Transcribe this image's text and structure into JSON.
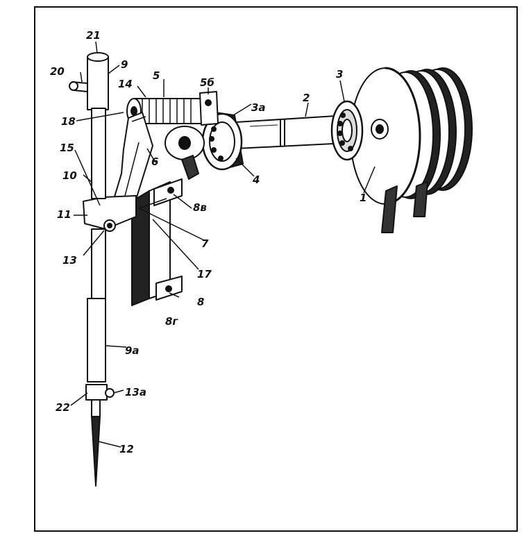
{
  "labels": {
    "l1": "1",
    "l2": "2",
    "l3": "3",
    "l3a": "3а",
    "l4": "4",
    "l5": "5",
    "l5b": "5б",
    "l6": "6",
    "l7": "7",
    "l8": "8",
    "l8v": "8в",
    "l8g": "8г",
    "l9": "9",
    "l9a": "9а",
    "l10": "10",
    "l11": "11",
    "l12": "12",
    "l13": "13",
    "l13a": "13а",
    "l14": "14",
    "l15": "15",
    "l17": "17",
    "l18": "18",
    "l20": "20",
    "l21": "21",
    "l22": "22"
  },
  "colors": {
    "ink": "#111111",
    "paper": "#ffffff",
    "shade": "#2a2a2a"
  }
}
